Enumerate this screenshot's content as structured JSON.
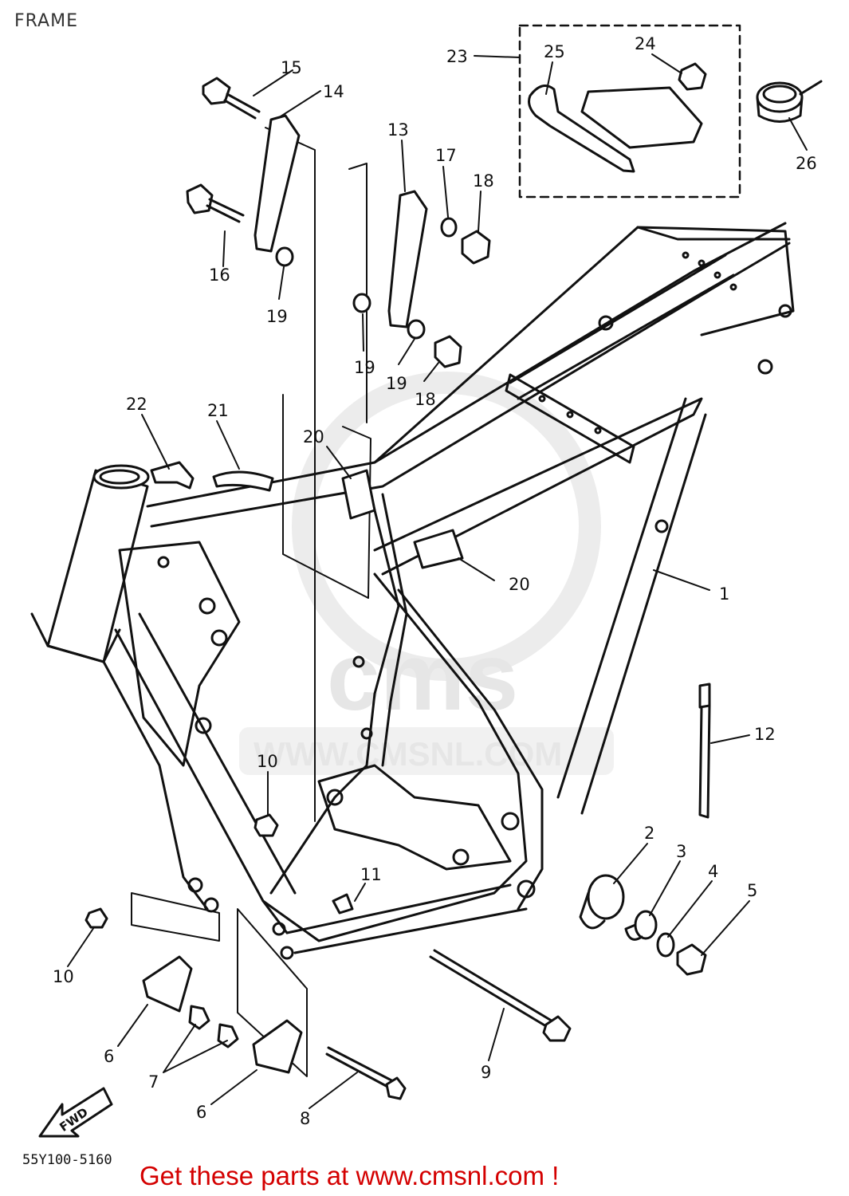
{
  "title": "FRAME",
  "drawing_code": "55Y100-5160",
  "fwd_label": "FWD",
  "watermark": {
    "letters": "cms",
    "url": "WWW.CMSNL.COM"
  },
  "promo_text": "Get these parts at www.cmsnl.com !",
  "callouts": [
    {
      "id": "c1",
      "label": "1"
    },
    {
      "id": "c2",
      "label": "2"
    },
    {
      "id": "c3",
      "label": "3"
    },
    {
      "id": "c4",
      "label": "4"
    },
    {
      "id": "c5",
      "label": "5"
    },
    {
      "id": "c6a",
      "label": "6"
    },
    {
      "id": "c6b",
      "label": "6"
    },
    {
      "id": "c7",
      "label": "7"
    },
    {
      "id": "c8",
      "label": "8"
    },
    {
      "id": "c9",
      "label": "9"
    },
    {
      "id": "c10a",
      "label": "10"
    },
    {
      "id": "c10b",
      "label": "10"
    },
    {
      "id": "c11",
      "label": "11"
    },
    {
      "id": "c12",
      "label": "12"
    },
    {
      "id": "c13",
      "label": "13"
    },
    {
      "id": "c14",
      "label": "14"
    },
    {
      "id": "c15",
      "label": "15"
    },
    {
      "id": "c16",
      "label": "16"
    },
    {
      "id": "c17",
      "label": "17"
    },
    {
      "id": "c18a",
      "label": "18"
    },
    {
      "id": "c18b",
      "label": "18"
    },
    {
      "id": "c19a",
      "label": "19"
    },
    {
      "id": "c19b",
      "label": "19"
    },
    {
      "id": "c19c",
      "label": "19"
    },
    {
      "id": "c20a",
      "label": "20"
    },
    {
      "id": "c20b",
      "label": "20"
    },
    {
      "id": "c21",
      "label": "21"
    },
    {
      "id": "c22",
      "label": "22"
    },
    {
      "id": "c23",
      "label": "23"
    },
    {
      "id": "c24",
      "label": "24"
    },
    {
      "id": "c25",
      "label": "25"
    },
    {
      "id": "c26",
      "label": "26"
    }
  ]
}
